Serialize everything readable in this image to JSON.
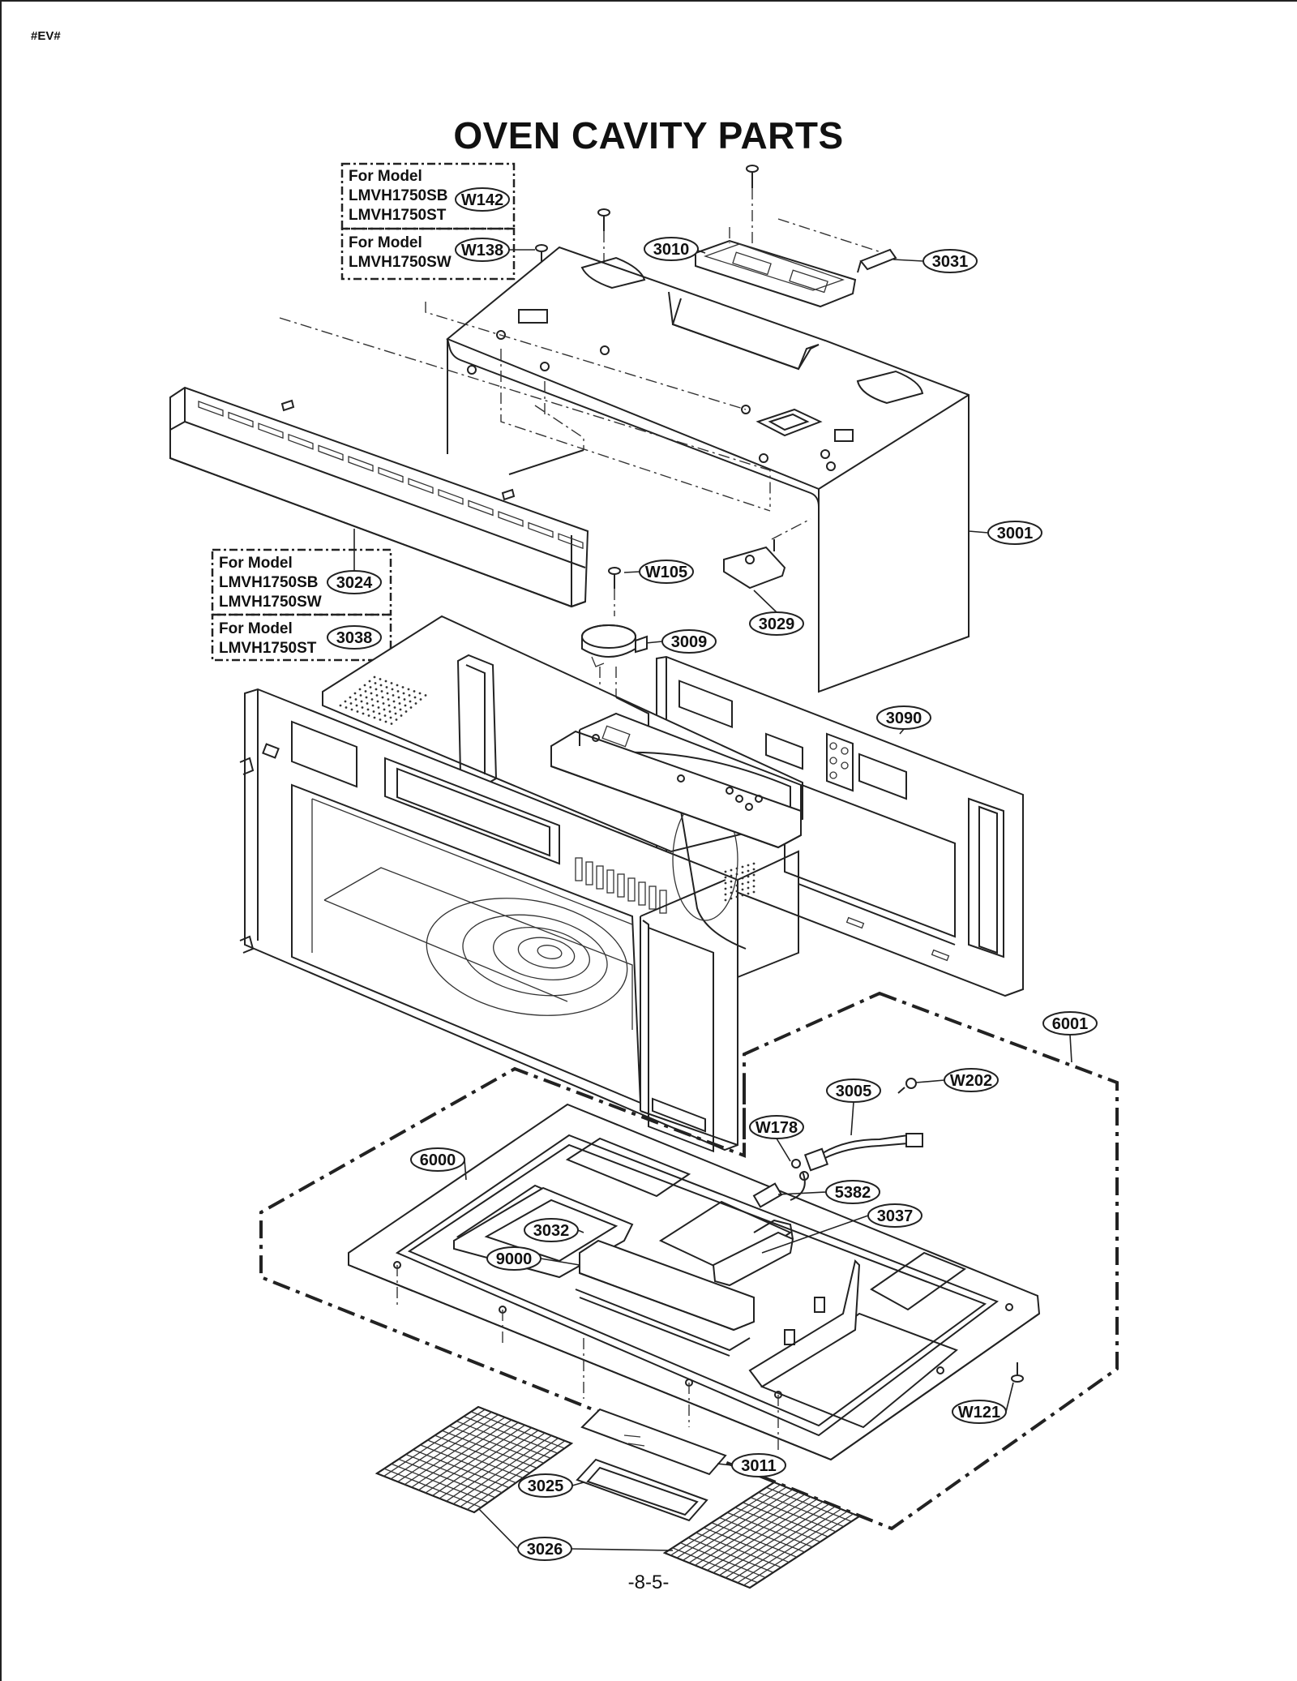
{
  "document": {
    "tag": "#EV#",
    "title": "OVEN CAVITY PARTS",
    "page_number": "-8-5-"
  },
  "model_notes": [
    {
      "id": "note-w142",
      "lines": [
        "For Model",
        "LMVH1750SB",
        "LMVH1750ST"
      ],
      "part": "W142"
    },
    {
      "id": "note-w138",
      "lines": [
        "For Model",
        "LMVH1750SW"
      ],
      "part": "W138"
    },
    {
      "id": "note-3024",
      "lines": [
        "For Model",
        "LMVH1750SB",
        "LMVH1750SW"
      ],
      "part": "3024"
    },
    {
      "id": "note-3038",
      "lines": [
        "For Model",
        "LMVH1750ST"
      ],
      "part": "3038"
    }
  ],
  "callouts": [
    {
      "id": "3010",
      "label": "3010"
    },
    {
      "id": "3031",
      "label": "3031"
    },
    {
      "id": "3001",
      "label": "3001"
    },
    {
      "id": "W105",
      "label": "W105"
    },
    {
      "id": "3009",
      "label": "3009"
    },
    {
      "id": "3029",
      "label": "3029"
    },
    {
      "id": "3090",
      "label": "3090"
    },
    {
      "id": "6001",
      "label": "6001"
    },
    {
      "id": "3005",
      "label": "3005"
    },
    {
      "id": "W202",
      "label": "W202"
    },
    {
      "id": "W178",
      "label": "W178"
    },
    {
      "id": "6000",
      "label": "6000"
    },
    {
      "id": "5382",
      "label": "5382"
    },
    {
      "id": "3037",
      "label": "3037"
    },
    {
      "id": "3032",
      "label": "3032"
    },
    {
      "id": "9000",
      "label": "9000"
    },
    {
      "id": "W121",
      "label": "W121"
    },
    {
      "id": "3011",
      "label": "3011"
    },
    {
      "id": "3025",
      "label": "3025"
    },
    {
      "id": "3026",
      "label": "3026"
    }
  ]
}
